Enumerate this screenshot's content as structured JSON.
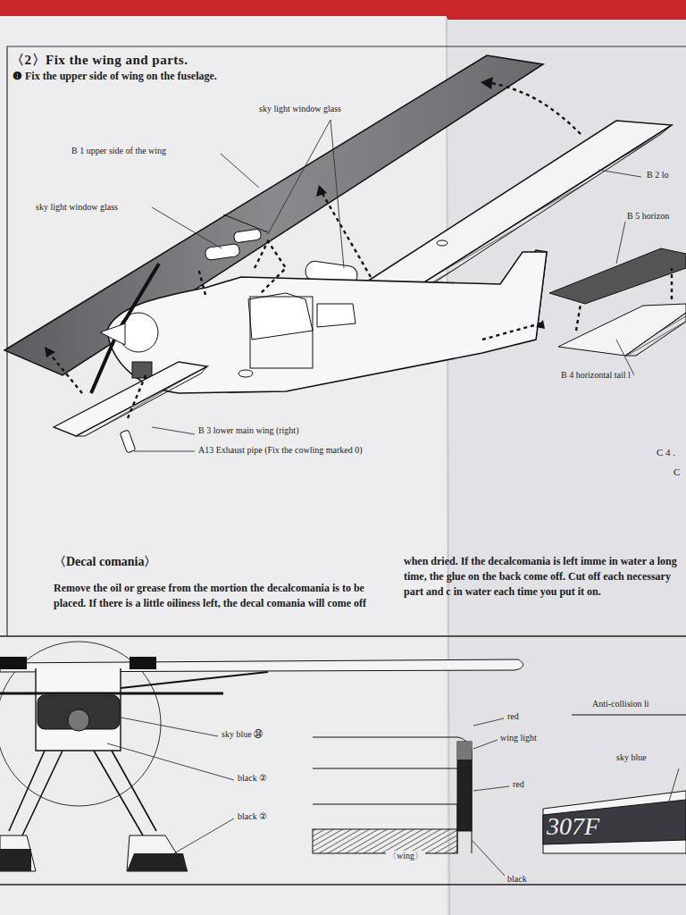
{
  "diagram": {
    "title": "〈2〉Fix the wing and parts.",
    "labels": [
      "❶ Fix the upper side of wing on the fuselage.",
      "sky light window glass",
      "B 1 upper side of the wing",
      "sky light window glass",
      "B 2 lo",
      "B 5 horizon",
      "B 4 horizontal tail l",
      "B 3 lower main wing (right)",
      "A13 Exhaust pipe (Fix the cowling marked 0)",
      "C 4 .",
      "C",
      "〈Decal comania〉",
      "Remove the oil or grease from the mortion the decalcomania is to be placed. If there is a little oiliness left, the decal comania will come off",
      "when dried. If the decalcomania is left imme in water a long time, the glue on the back come off. Cut off each necessary part and c in water each time you put it on.",
      "sky blue ㉞",
      "black ②",
      "black ②",
      "red",
      "wing light",
      "red",
      "black",
      "〈wing〉",
      "Anti-collision li",
      "sky blue",
      "307F"
    ]
  }
}
